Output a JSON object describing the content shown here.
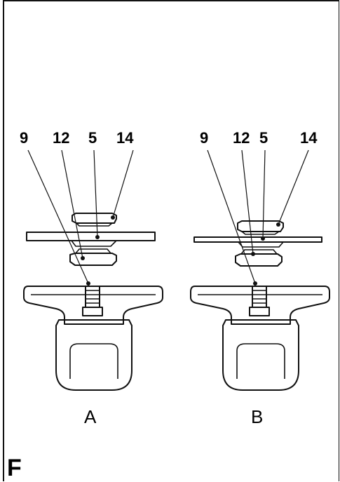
{
  "diagram": {
    "figure_label": "F",
    "variants": [
      {
        "id": "A",
        "label": "A",
        "callouts": [
          "9",
          "12",
          "5",
          "14"
        ]
      },
      {
        "id": "B",
        "label": "B",
        "callouts": [
          "9",
          "12",
          "5",
          "14"
        ]
      }
    ]
  }
}
